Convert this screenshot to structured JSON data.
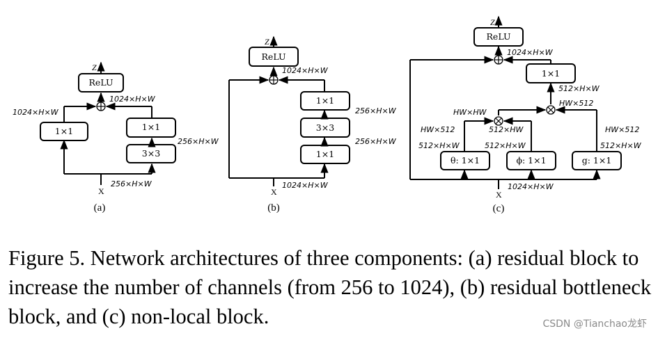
{
  "symbols": {
    "sum": "⊕",
    "product": "⊗",
    "input": "X",
    "output": "Z"
  },
  "diagram_a": {
    "relu": "ReLU",
    "shortcut_box": "1×1",
    "box_top": "1×1",
    "box_bottom": "3×3",
    "lbl_shortcut": "1024×H×W",
    "lbl_sum": "1024×H×W",
    "lbl_mid": "256×H×W",
    "lbl_input": "256×H×W",
    "caption": "(a)"
  },
  "diagram_b": {
    "relu": "ReLU",
    "box_top": "1×1",
    "box_mid": "3×3",
    "box_bottom": "1×1",
    "lbl_sum": "1024×H×W",
    "lbl_upper": "256×H×W",
    "lbl_lower": "256×H×W",
    "lbl_input": "1024×H×W",
    "caption": "(b)"
  },
  "diagram_c": {
    "relu": "ReLU",
    "out_box": "1×1",
    "theta": "θ: 1×1",
    "phi": "ϕ: 1×1",
    "g": "g: 1×1",
    "lbl_sum": "1024×H×W",
    "lbl_out": "512×H×W",
    "lbl_right_product": "HW×512",
    "lbl_left_product": "HW×HW",
    "lbl_theta_out": "HW×512",
    "lbl_phi_out": "512×HW",
    "lbl_g_out": "HW×512",
    "lbl_theta_in": "512×H×W",
    "lbl_phi_in": "512×H×W",
    "lbl_g_in": "512×H×W",
    "lbl_input": "1024×H×W",
    "caption": "(c)"
  },
  "figure_caption": "Figure 5. Network architectures of three components: (a) residual block to increase the number of channels (from 256 to 1024), (b) residual bottleneck block, and (c) non-local block.",
  "watermark": "CSDN @Tianchao龙虾"
}
